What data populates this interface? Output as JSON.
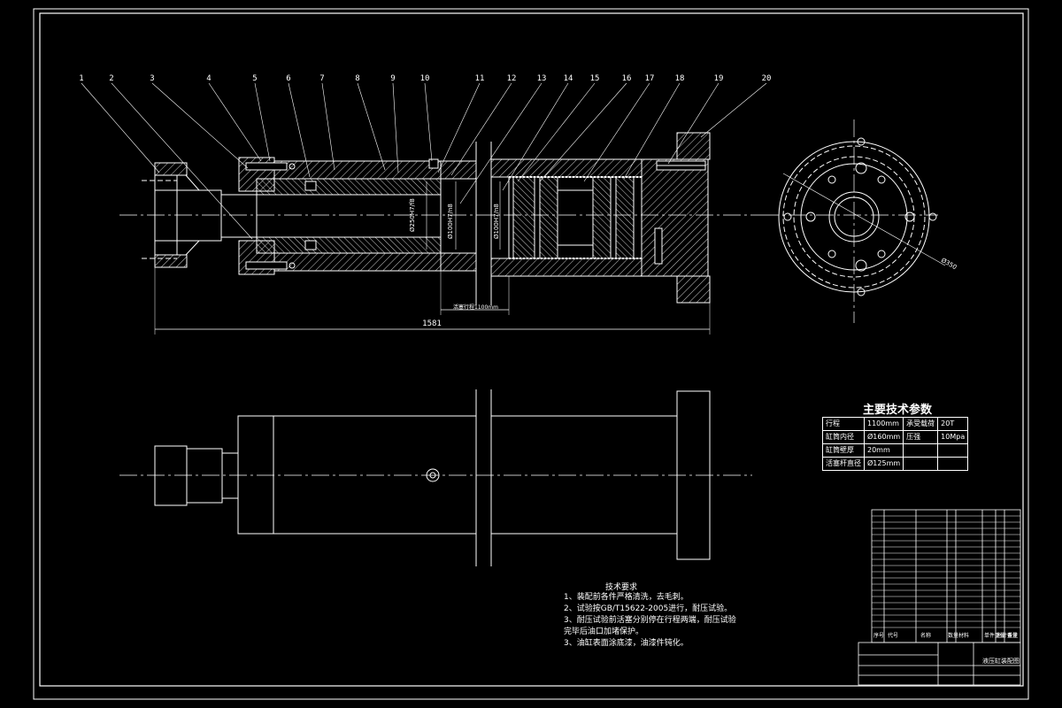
{
  "balloons": [
    "1",
    "2",
    "3",
    "4",
    "5",
    "6",
    "7",
    "8",
    "9",
    "10",
    "11",
    "12",
    "13",
    "14",
    "15",
    "16",
    "17",
    "18",
    "19",
    "20"
  ],
  "dimensions": {
    "overall_length": "1581",
    "stroke": "活塞行程1100mm",
    "fit_1": "Ø250H7/f8",
    "fit_2": "Ø100H7/n8",
    "fit_3": "Ø100H7/n8",
    "flange_dia": "Ø350"
  },
  "params": {
    "title": "主要技术参数",
    "rows": [
      [
        "行程",
        "1100mm",
        "承受载荷",
        "20T"
      ],
      [
        "缸筒内径",
        "Ø160mm",
        "压强",
        "10Mpa"
      ],
      [
        "缸筒壁厚",
        "20mm",
        "",
        ""
      ],
      [
        "活塞杆直径",
        "Ø125mm",
        "",
        ""
      ]
    ]
  },
  "tech": {
    "title": "技术要求",
    "lines": [
      "1、装配前各件严格清洗，去毛刺。",
      "2、试验按GB/T15622-2005进行，耐压试验。",
      "3、耐压试验前活塞分别停在行程两端，耐压试验",
      "完毕后油口加堵保护。",
      "3、油缸表面涂底漆，油漆件钝化。"
    ]
  },
  "title_block": {
    "bom_header": [
      "序号",
      "代号",
      "名称",
      "数量",
      "材料",
      "单件重量",
      "总计重量",
      "备注"
    ],
    "drawing_name": "液压缸装配图"
  }
}
